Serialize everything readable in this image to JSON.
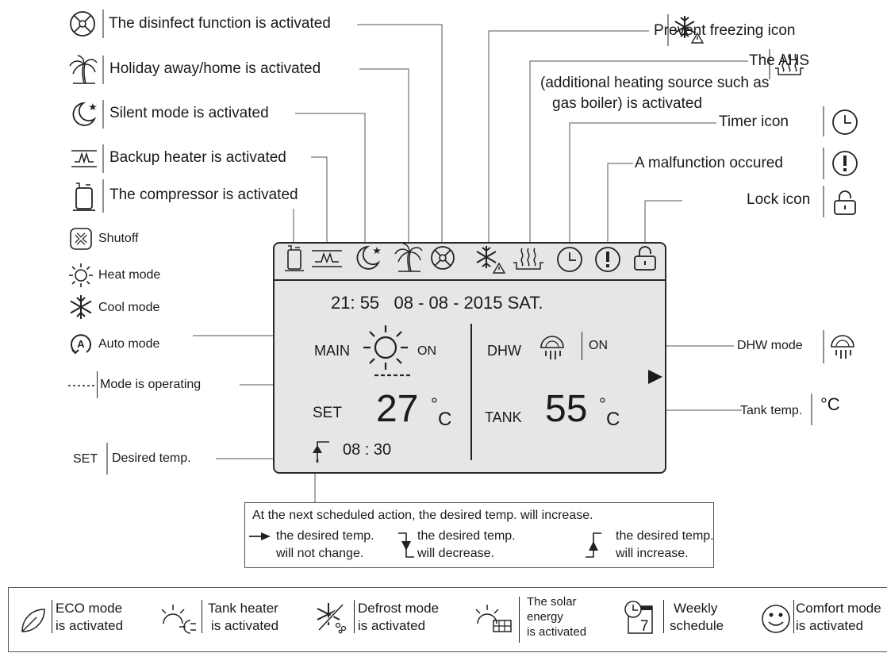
{
  "left_labels": {
    "disinfect": "The disinfect function is activated",
    "holiday": "Holiday away/home is activated",
    "silent": "Silent mode is activated",
    "backup": "Backup heater is activated",
    "compressor": "The compressor is activated",
    "shutoff": "Shutoff",
    "heat": "Heat mode",
    "cool": "Cool mode",
    "auto": "Auto mode",
    "operating": "Mode is operating",
    "set_tag": "SET",
    "desired": "Desired temp."
  },
  "right_labels": {
    "freezing": "Prevent freezing icon",
    "ahs_line1": "The AHS",
    "ahs_line2": "(additional heating source such as",
    "ahs_line3": "gas boiler) is activated",
    "timer": "Timer icon",
    "malfunction": "A malfunction occured",
    "lock": "Lock icon",
    "dhw_mode": "DHW mode",
    "tank_temp": "Tank temp.",
    "unit": "°C"
  },
  "lcd": {
    "datetime": "21: 55   08 - 08 - 2015 SAT.",
    "main_label": "MAIN",
    "main_state": "ON",
    "dhw_label": "DHW",
    "dhw_state": "ON",
    "set_label": "SET",
    "set_value": "27",
    "unit_deg": "°",
    "unit_c": "C",
    "tank_label": "TANK",
    "tank_value": "55",
    "schedule_time": "08 : 30"
  },
  "note": {
    "headline": "At the next scheduled action, the desired temp. will increase.",
    "no_change_1": "the desired temp.",
    "no_change_2": "will not change.",
    "decrease_1": "the desired temp.",
    "decrease_2": "will decrease.",
    "increase_1": "the desired temp.",
    "increase_2": "will increase."
  },
  "legend": {
    "eco_1": "ECO mode",
    "eco_2": "is activated",
    "tank_heater_1": "Tank heater",
    "tank_heater_2": "is activated",
    "defrost_1": "Defrost mode",
    "defrost_2": "is activated",
    "solar_1": "The solar",
    "solar_2": "energy",
    "solar_3": "is activated",
    "weekly_day": "7",
    "weekly_1": "Weekly",
    "weekly_2": "schedule",
    "comfort_1": "Comfort mode",
    "comfort_2": "is activated"
  },
  "icons": [
    "disinfect-icon",
    "palm-tree-icon",
    "moon-star-icon",
    "backup-heater-icon",
    "compressor-icon",
    "shutoff-icon",
    "sun-icon",
    "snowflake-icon",
    "auto-icon",
    "freeze-warning-icon",
    "ahs-icon",
    "clock-icon",
    "exclamation-icon",
    "lock-icon",
    "dhw-shower-icon",
    "play-arrow-icon",
    "leaf-icon",
    "tank-heater-icon",
    "defrost-icon",
    "solar-icon",
    "calendar-icon",
    "smiley-icon"
  ]
}
